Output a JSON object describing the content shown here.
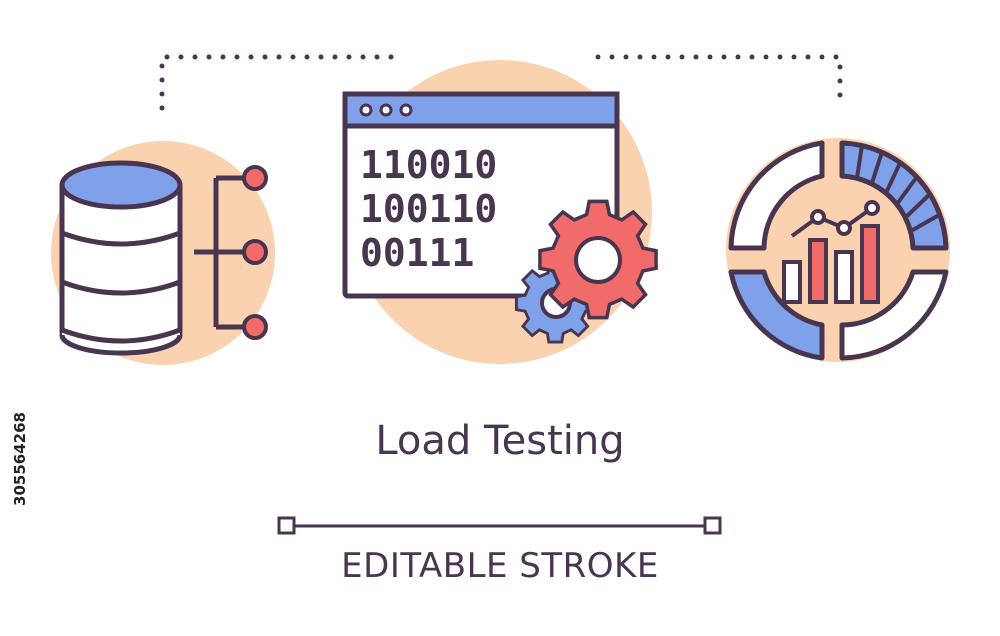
{
  "title": "Load Testing",
  "subtitle": "EDITABLE STROKE",
  "stock_id": "305564268",
  "binary_rows": [
    "110010",
    "100110",
    "00111"
  ],
  "colors": {
    "stroke": "#4a3550",
    "peach": "#fbd2b0",
    "blue": "#7ea1ea",
    "red": "#f26b6b",
    "white": "#ffffff"
  },
  "icons": {
    "left": "database-icon",
    "center": "code-window-gear-icon",
    "right": "analytics-chart-icon"
  }
}
